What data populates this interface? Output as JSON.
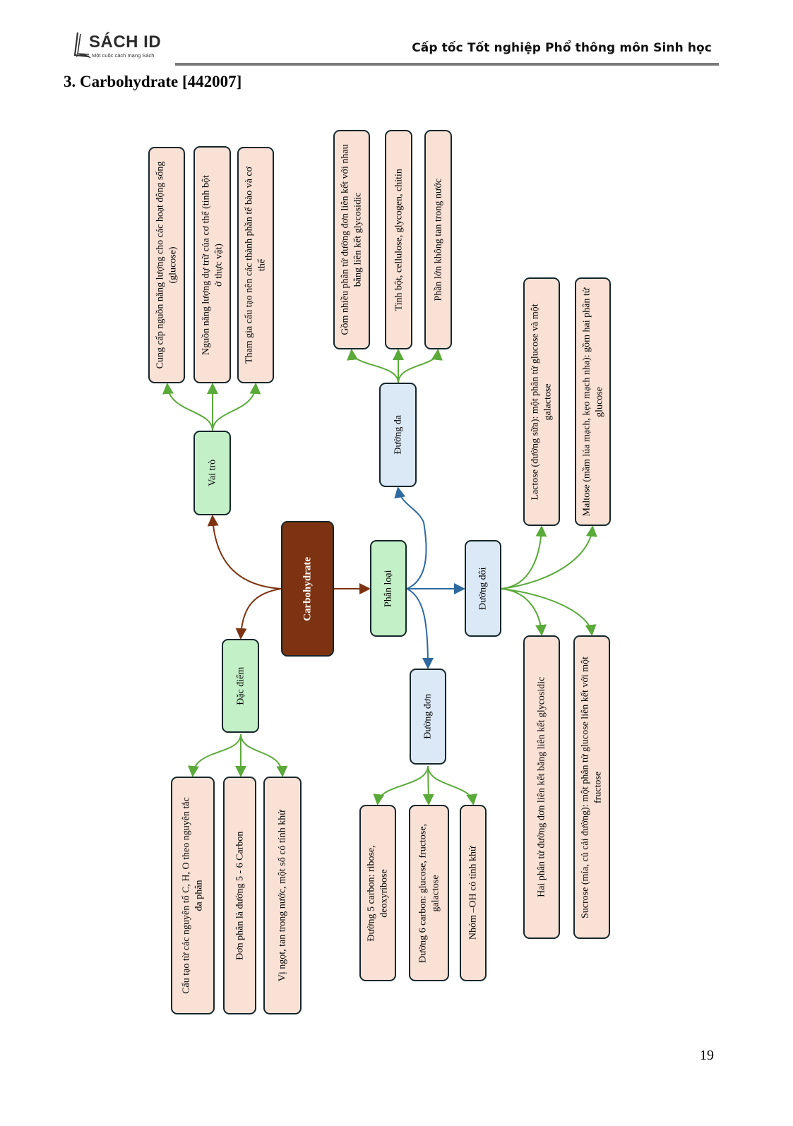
{
  "header": {
    "logo_text": "SÁCH ID",
    "logo_tagline": "Một cuộc cách mạng Sách",
    "title": "Cấp tốc Tốt nghiệp Phổ thông môn Sinh học"
  },
  "section": {
    "title": "3. Carbohydrate [442007]"
  },
  "mindmap": {
    "colors": {
      "root_fill": "#7d3311",
      "branch_fill": "#c3f0c7",
      "sub_fill": "#dbe8f6",
      "leaf_fill": "#f9e1d5",
      "root_connector": "#7d3311",
      "classify_connector": "#2e6aa0",
      "leaf_connector": "#5aaa3a"
    },
    "root": {
      "label": "Carbohydrate"
    },
    "vai_tro": {
      "label": "Vai trò",
      "children": [
        "Cung cấp nguồn năng lượng cho các hoạt động sống (glucose)",
        "Nguồn năng lượng dự trữ của cơ thể (tinh bột ở thực vật)",
        "Tham gia cấu tạo nên các thành phần tế bào và cơ thể"
      ]
    },
    "dac_diem": {
      "label": "Đặc điểm",
      "children": [
        "Cấu tạo từ các nguyên tố C, H, O theo nguyên tắc đa phân",
        "Đơn phân là đường 5 - 6 Carbon",
        "Vị ngọt, tan trong nước, một số có tính khử"
      ]
    },
    "phan_loai": {
      "label": "Phân loại",
      "duong_da": {
        "label": "Đường đa",
        "children": [
          "Gồm nhiều phân tử đường đơn liên kết với nhau bằng liên kết glycosidic",
          "Tinh bột, cellulose, glycogen, chitin",
          "Phần lớn không tan trong nước"
        ]
      },
      "duong_doi": {
        "label": "Đường đôi",
        "children": [
          "Lactose (đường sữa): một phân tử glucose và một galactose",
          "Maltose (mầm lúa mạch, kẹo mạch nha): gồm hai phân tử glucose",
          "Hai phân tử đường đơn liên kết bằng liên kết glycosidic",
          "Sucrose (mía, củ cải đường): một phân tử glucose liên kết với một fructose"
        ]
      },
      "duong_don": {
        "label": "Đường đơn",
        "children": [
          "Đường 5 carbon: ribose, deoxyribose",
          "Đường 6 carbon: glucose, fructose, galactose",
          "Nhóm –OH có tính khử"
        ]
      }
    }
  },
  "footer": {
    "page_number": "19"
  }
}
